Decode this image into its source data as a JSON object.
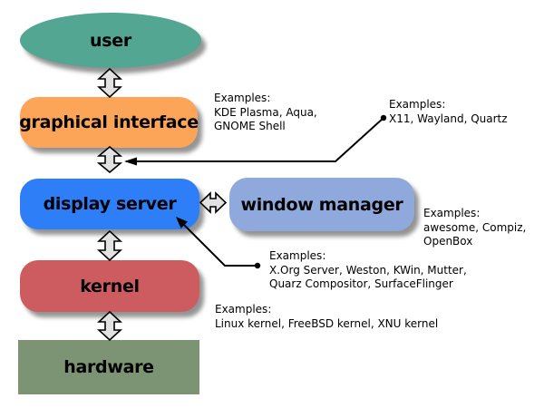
{
  "nodes": {
    "user": {
      "label": "user",
      "color": "#53A691"
    },
    "graphical_interface": {
      "label": "graphical interface",
      "color": "#FCA559"
    },
    "display_server": {
      "label": "display server",
      "color": "#2E7EF8"
    },
    "window_manager": {
      "label": "window manager",
      "color": "#8FA9DC"
    },
    "kernel": {
      "label": "kernel",
      "color": "#CC5C60"
    },
    "hardware": {
      "label": "hardware",
      "color": "#7C9473"
    }
  },
  "annotations": {
    "graphical_interface": {
      "lines": [
        "Examples:",
        "KDE Plasma, Aqua,",
        "GNOME Shell"
      ]
    },
    "display_protocols": {
      "lines": [
        "Examples:",
        "X11, Wayland, Quartz"
      ]
    },
    "window_manager": {
      "lines": [
        "Examples:",
        "awesome, Compiz,",
        "OpenBox"
      ]
    },
    "display_server": {
      "lines": [
        "Examples:",
        "X.Org Server, Weston, KWin, Mutter,",
        "Quarz Compositor, SurfaceFlinger"
      ]
    },
    "kernel": {
      "lines": [
        "Examples:",
        "Linux kernel, FreeBSD kernel, XNU kernel"
      ]
    }
  },
  "colors": {
    "background": "#ffffff",
    "text": "#000000",
    "arrow_fill": "#e2e2e2",
    "arrow_stroke": "#000000",
    "leader_line": "#000000"
  }
}
